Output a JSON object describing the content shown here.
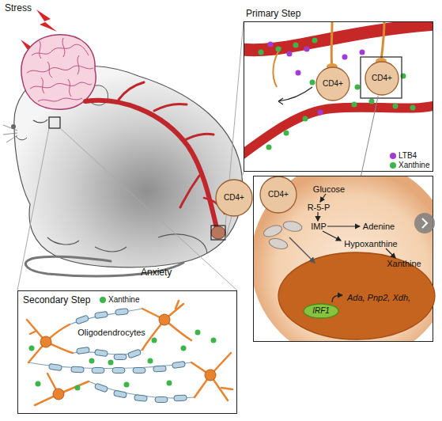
{
  "diagram": {
    "nodes": [
      {
        "text": [
          "Primary Step"
        ]
      },
      {
        "text": [
          "CD4+"
        ],
        "in": 0
      },
      {
        "text": [
          "CD4+"
        ],
        "in": 0
      },
      {
        "text": [
          "CD4+"
        ]
      },
      {
        "text": [
          "CD4+"
        ]
      },
      {
        "text": [
          "Glucose",
          "R-5-P",
          "IMP",
          "Adenine",
          "Hypoxanthine",
          "Xanthine"
        ]
      },
      {
        "text": [
          "Ada, Pnp2, Xdh,"
        ],
        "in": 5
      },
      {
        "text": [
          "IRF1"
        ],
        "in": 6
      },
      {
        "text": [
          "Secondary Step",
          "Oligodendrocytes"
        ]
      }
    ],
    "edges": [
      {
        "from": 2,
        "to": 5,
        "arrow": "none"
      }
    ],
    "labels": [
      "Stress",
      "Anxiety"
    ],
    "legend": [
      {
        "text": "LTB4",
        "color": "#a23bd3"
      },
      {
        "text": "Xanthine",
        "color": "#3db54a"
      },
      {
        "text": "Xanthine",
        "color": "#3db54a"
      }
    ]
  }
}
